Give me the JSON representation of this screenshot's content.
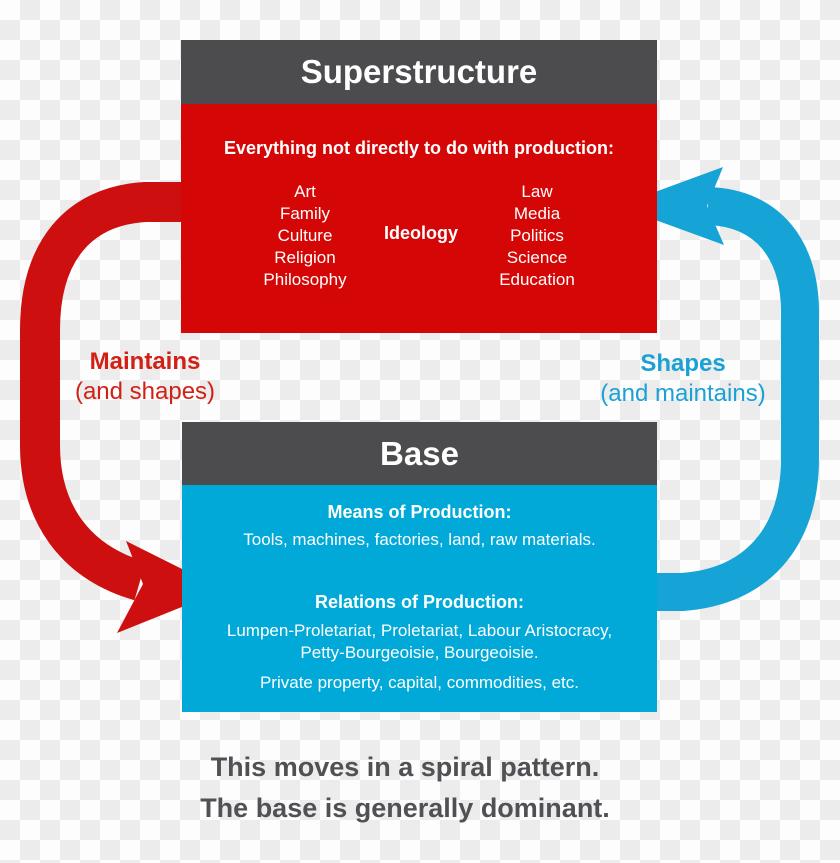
{
  "colors": {
    "header_gray": "#4c4c4e",
    "superstructure_red": "#d50606",
    "base_cyan": "#00a9d8",
    "arrow_red": "#cd0f0f",
    "arrow_blue": "#16a4d6",
    "label_red": "#d32015",
    "label_blue": "#1ba1d6",
    "caption_gray": "#515155"
  },
  "superstructure": {
    "title": "Superstructure",
    "intro": "Everything not directly to do with production:",
    "left_items": [
      "Art",
      "Family",
      "Culture",
      "Religion",
      "Philosophy"
    ],
    "center_label": "Ideology",
    "right_items": [
      "Law",
      "Media",
      "Politics",
      "Science",
      "Education"
    ]
  },
  "left_arrow_label": {
    "main": "Maintains",
    "sub": "(and shapes)"
  },
  "right_arrow_label": {
    "main": "Shapes",
    "sub": "(and maintains)"
  },
  "base": {
    "title": "Base",
    "means_heading": "Means of Production:",
    "means_text": "Tools, machines, factories, land, raw materials.",
    "relations_heading": "Relations of Production:",
    "relations_line1": "Lumpen-Proletariat, Proletariat, Labour Aristocracy,",
    "relations_line2": "Petty-Bourgeoisie, Bourgeoisie.",
    "relations_extra": "Private property, capital, commodities, etc."
  },
  "caption": {
    "line1": "This moves in a spiral pattern.",
    "line2": "The base is generally dominant."
  }
}
